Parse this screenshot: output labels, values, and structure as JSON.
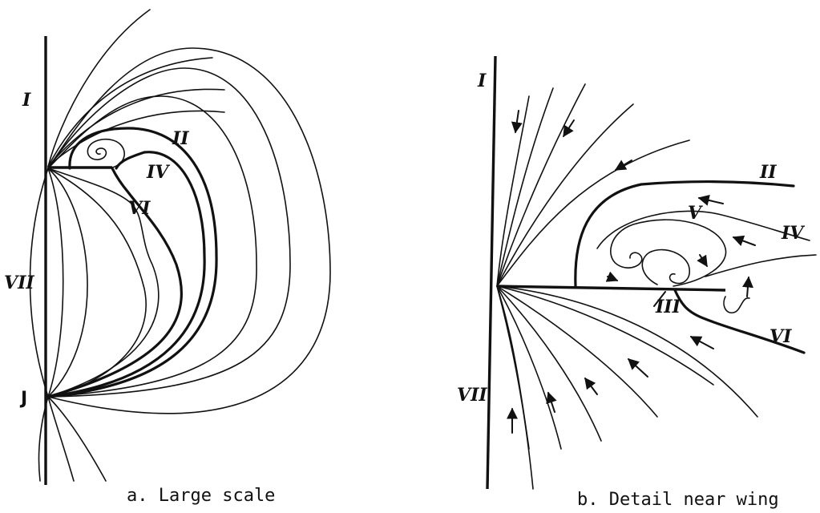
{
  "panel_a": {
    "caption": "a.  Large scale",
    "labels": {
      "I": "I",
      "II": "II",
      "IV": "IV",
      "VI": "VI",
      "VII": "VII",
      "J": "J"
    }
  },
  "panel_b": {
    "caption": "b.  Detail near wing",
    "labels": {
      "I": "I",
      "II": "II",
      "III": "III",
      "IV": "IV",
      "V": "V",
      "VI": "VI",
      "VII": "VII"
    }
  }
}
